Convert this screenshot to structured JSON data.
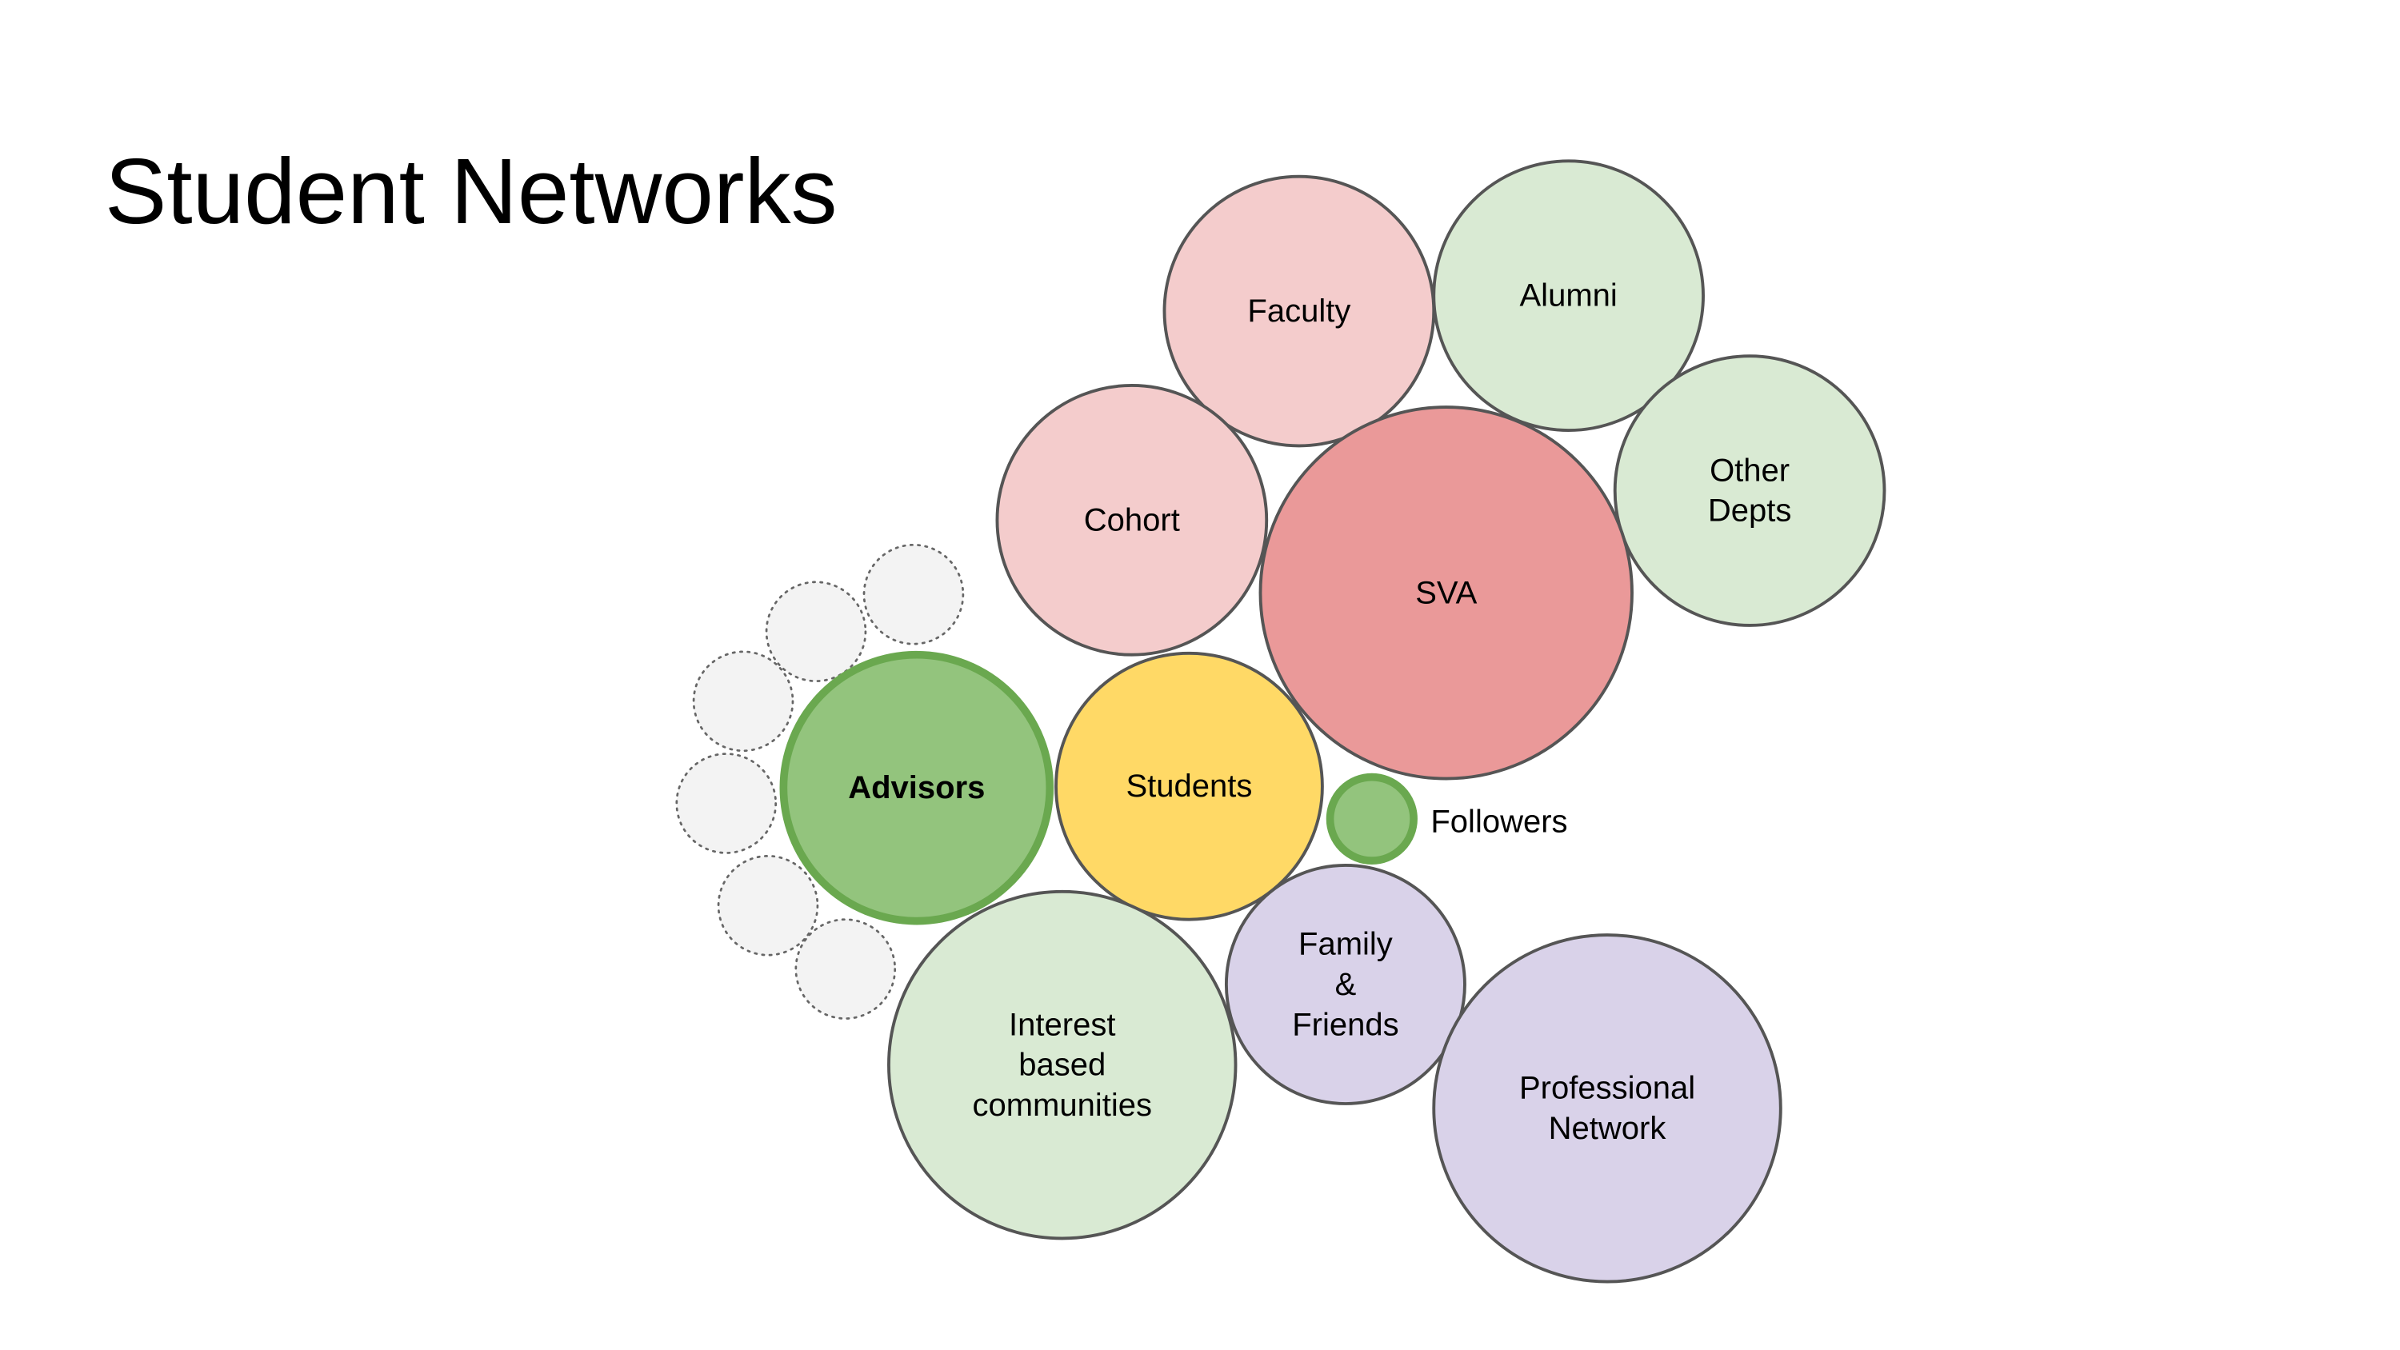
{
  "slide": {
    "title": "Student Networks"
  },
  "colors": {
    "background": "#ffffff",
    "outline_gray": "#555555",
    "light_red": "#f4cccc",
    "red": "#ea9999",
    "light_green": "#d9ead3",
    "green": "#93c47d",
    "green_outline": "#6aa84f",
    "yellow": "#ffd966",
    "lavender": "#d9d2e9",
    "placeholder_fill": "#f3f3f3",
    "placeholder_outline": "#666666"
  },
  "diagram": {
    "nodes": [
      {
        "id": "faculty",
        "lines": [
          "Faculty"
        ],
        "fill": "#f4cccc",
        "stroke": "#555555"
      },
      {
        "id": "alumni",
        "lines": [
          "Alumni"
        ],
        "fill": "#d9ead3",
        "stroke": "#555555"
      },
      {
        "id": "other-depts",
        "lines": [
          "Other",
          "Depts"
        ],
        "fill": "#d9ead3",
        "stroke": "#555555"
      },
      {
        "id": "cohort",
        "lines": [
          "Cohort"
        ],
        "fill": "#f4cccc",
        "stroke": "#555555"
      },
      {
        "id": "sva",
        "lines": [
          "SVA"
        ],
        "fill": "#ea9999",
        "stroke": "#555555"
      },
      {
        "id": "advisors",
        "lines": [
          "Advisors"
        ],
        "fill": "#93c47d",
        "stroke": "#6aa84f",
        "text_color": "#ffffff",
        "bold": true
      },
      {
        "id": "students",
        "lines": [
          "Students"
        ],
        "fill": "#ffd966",
        "stroke": "#555555"
      },
      {
        "id": "followers",
        "lines": [
          "Followers"
        ],
        "fill": "#93c47d",
        "stroke": "#6aa84f"
      },
      {
        "id": "interest-communities",
        "lines": [
          "Interest",
          "based",
          "communities"
        ],
        "fill": "#d9ead3",
        "stroke": "#555555"
      },
      {
        "id": "family-friends",
        "lines": [
          "Family",
          "&",
          "Friends"
        ],
        "fill": "#d9d2e9",
        "stroke": "#555555"
      },
      {
        "id": "professional-network",
        "lines": [
          "Professional",
          "Network"
        ],
        "fill": "#d9d2e9",
        "stroke": "#555555"
      }
    ],
    "placeholder_count": 6
  }
}
